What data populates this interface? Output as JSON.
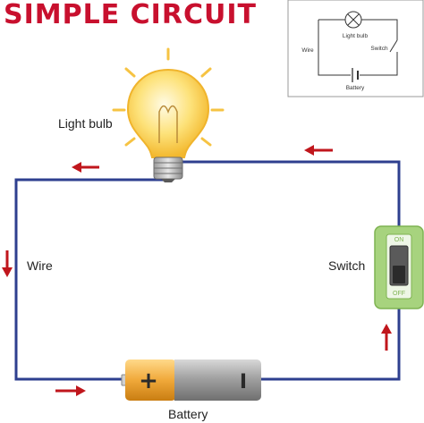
{
  "title": "SIMPLE CIRCUIT",
  "labels": {
    "light_bulb": "Light bulb",
    "wire": "Wire",
    "switch": "Switch",
    "battery": "Battery",
    "switch_on": "ON",
    "switch_off": "OFF",
    "battery_plus": "+",
    "battery_minus": "I"
  },
  "schematic": {
    "light_bulb": "Light bulb",
    "switch": "Switch",
    "wire": "Wire",
    "battery": "Battery"
  },
  "colors": {
    "title": "#c8102e",
    "wire": "#2e3f8f",
    "arrow": "#c0161c",
    "bulb_glow": "#f6c343",
    "switch_body": "#a7d37e",
    "battery_gold": "#e9a53a",
    "battery_gray": "#8d8d8d"
  }
}
